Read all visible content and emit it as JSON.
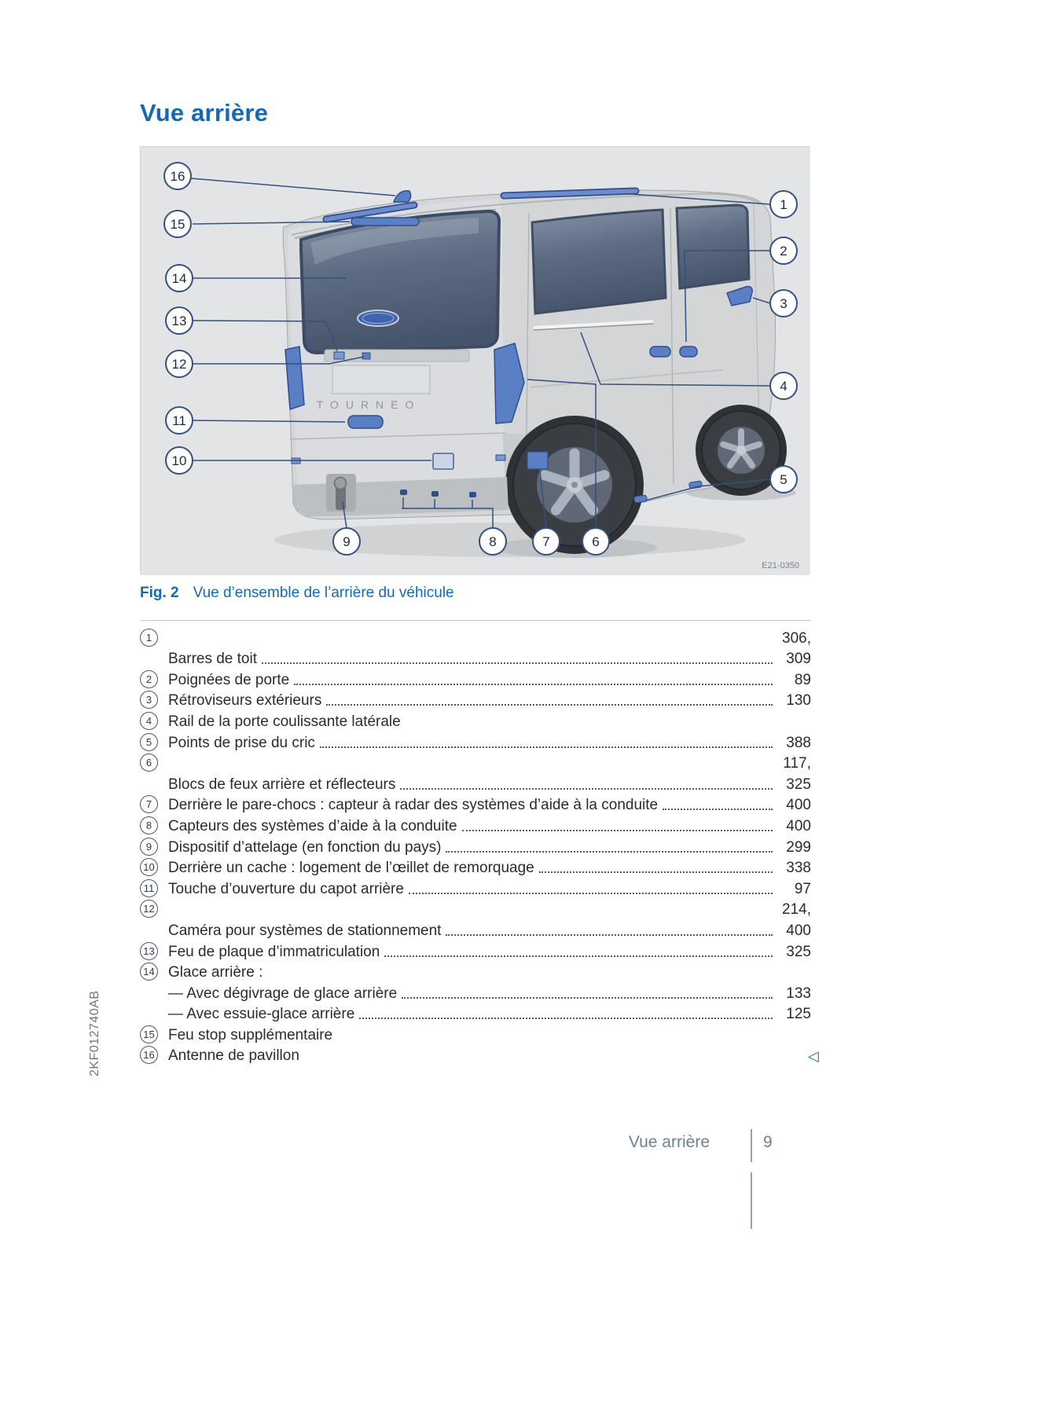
{
  "page": {
    "title": "Vue arrière",
    "spine_code": "2KF012740AB",
    "nav_back_glyph": "◁",
    "footer": {
      "section_label": "Vue arrière",
      "page_number": "9"
    }
  },
  "colors": {
    "accent_blue": "#1569b3",
    "highlight_part_blue": "#5b7fc4",
    "callout_line_navy": "#33517e",
    "figure_background": "#e2e4e5"
  },
  "figure": {
    "caption_label": "Fig. 2",
    "caption_text": "Vue d’ensemble de l’arrière du véhicule",
    "image_code": "E21-0350",
    "vehicle_badge": "TOURNEO",
    "callouts": [
      "1",
      "2",
      "3",
      "4",
      "5",
      "6",
      "7",
      "8",
      "9",
      "10",
      "11",
      "12",
      "13",
      "14",
      "15",
      "16"
    ]
  },
  "legend": {
    "rows": [
      {
        "num": "1",
        "text": "",
        "dots": false,
        "page": "306,"
      },
      {
        "num": "",
        "text": "Barres de toit",
        "dots": true,
        "page": "309"
      },
      {
        "num": "2",
        "text": "Poignées de porte",
        "dots": true,
        "page": "89"
      },
      {
        "num": "3",
        "text": "Rétroviseurs extérieurs",
        "dots": true,
        "page": "130"
      },
      {
        "num": "4",
        "text": "Rail de la porte coulissante latérale",
        "dots": false,
        "page": ""
      },
      {
        "num": "5",
        "text": "Points de prise du cric",
        "dots": true,
        "page": "388"
      },
      {
        "num": "6",
        "text": "",
        "dots": false,
        "page": "117,"
      },
      {
        "num": "",
        "text": "Blocs de feux arrière et réflecteurs",
        "dots": true,
        "page": "325"
      },
      {
        "num": "7",
        "text": "Derrière le pare-chocs : capteur à radar des systèmes d’aide à la conduite",
        "dots": true,
        "page": "400"
      },
      {
        "num": "8",
        "text": "Capteurs des systèmes d’aide à la conduite",
        "dots": true,
        "page": "400"
      },
      {
        "num": "9",
        "text": "Dispositif d’attelage (en fonction du pays)",
        "dots": true,
        "page": "299"
      },
      {
        "num": "10",
        "text": "Derrière un cache : logement de l’œillet de remorquage",
        "dots": true,
        "page": "338"
      },
      {
        "num": "11",
        "text": "Touche d’ouverture du capot arrière",
        "dots": true,
        "page": "97"
      },
      {
        "num": "12",
        "text": "",
        "dots": false,
        "page": "214,"
      },
      {
        "num": "",
        "text": "Caméra pour systèmes de stationnement",
        "dots": true,
        "page": "400"
      },
      {
        "num": "13",
        "text": "Feu de plaque d’immatriculation",
        "dots": true,
        "page": "325"
      },
      {
        "num": "14",
        "text": "Glace arrière :",
        "dots": false,
        "page": ""
      },
      {
        "num": "",
        "text": "— Avec dégivrage de glace arrière",
        "dots": true,
        "page": "133"
      },
      {
        "num": "",
        "text": "— Avec essuie-glace arrière",
        "dots": true,
        "page": "125"
      },
      {
        "num": "15",
        "text": "Feu stop supplémentaire",
        "dots": false,
        "page": ""
      },
      {
        "num": "16",
        "text": "Antenne de pavillon",
        "dots": false,
        "page": ""
      }
    ]
  }
}
